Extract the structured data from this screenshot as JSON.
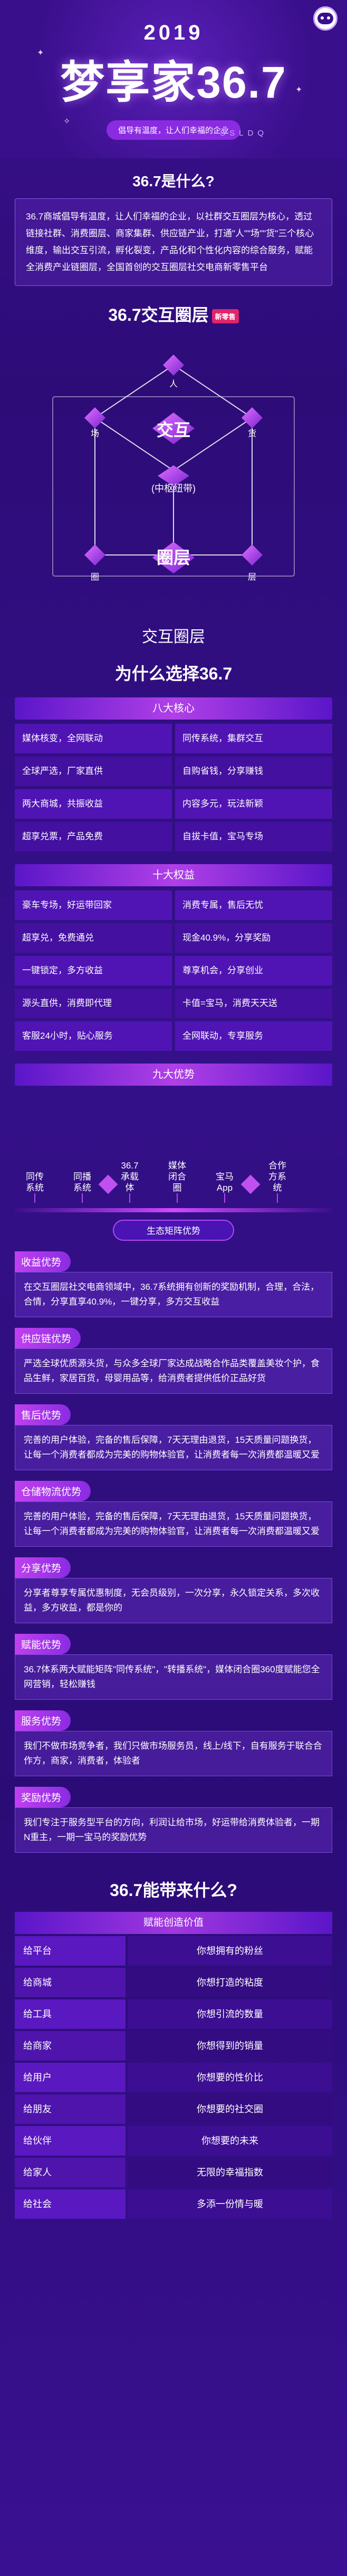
{
  "hero": {
    "year": "2019",
    "title": "梦享家36.7",
    "slogan": "倡导有温度，让人们幸福的企业",
    "code": "SSLDQ"
  },
  "about": {
    "heading": "36.7是什么?",
    "text": "36.7商城倡导有温度，让人们幸福的企业，以社群交互圈层为核心，透过链接社群、消费圈层、商家集群、供应链产业，打通\"人\"\"场\"\"货\"三个核心维度，输出交互引流，孵化裂变，产品化和个性化内容的综合服务，赋能全消费产业链圈层，全国首创的交互圈层社交电商新零售平台"
  },
  "diagram": {
    "title": "36.7交互圈层",
    "badge": "新零售",
    "labels": {
      "top": "人",
      "left": "场",
      "right": "货",
      "center_top": "交互",
      "hub": "(中枢纽带)",
      "bottom_left": "圈",
      "bottom_center": "圈层",
      "bottom_right": "层"
    },
    "caption": "交互圈层"
  },
  "why": {
    "heading": "为什么选择36.7",
    "core": {
      "title": "八大核心",
      "items": [
        "媒体核变，全网联动",
        "同传系统，集群交互",
        "全球严选，厂家直供",
        "自购省钱，分享赚钱",
        "两大商城，共振收益",
        "内容多元，玩法新颖",
        "超享兑票，产品免费",
        "自拔卡值，宝马专场"
      ]
    },
    "rights": {
      "title": "十大权益",
      "items": [
        "豪车专场，好运带回家",
        "消费专属，售后无忧",
        "超享兑，免费通兑",
        "现金40.9%，分享奖励",
        "一键锁定，多方收益",
        "尊享机会，分享创业",
        "源头直供，消费即代理",
        "卡值=宝马，消费天天送",
        "客服24小时，贴心服务",
        "全网联动，专享服务"
      ]
    },
    "nine": {
      "title": "九大优势",
      "items": [
        "同传系统",
        "同播系统",
        "36.7承载体",
        "媒体闭合圈",
        "宝马App",
        "合作方系统"
      ],
      "eco": "生态矩阵优势"
    }
  },
  "advantages": [
    {
      "tag": "收益优势",
      "text": "在交互圈层社交电商领域中，36.7系统拥有创新的奖励机制，合理，合法，合情，分享直享40.9%，一键分享，多方交互收益"
    },
    {
      "tag": "供应链优势",
      "text": "严选全球优质源头货，与众多全球厂家达成战略合作品类覆盖美妆个护，食品生鲜，家居百货，母婴用品等，给消费者提供低价正品好货"
    },
    {
      "tag": "售后优势",
      "text": "完善的用户体验，完备的售后保障，7天无理由退货，15天质量问题换货，让每一个消费者都成为完美的购物体验官，让消费者每一次消费都温暖又爱"
    },
    {
      "tag": "仓储物流优势",
      "text": "完善的用户体验，完备的售后保障，7天无理由退货，15天质量问题换货，让每一个消费者都成为完美的购物体验官，让消费者每一次消费都温暖又爱"
    },
    {
      "tag": "分享优势",
      "text": "分享者尊享专属优惠制度，无会员级别，一次分享，永久锁定关系，多次收益，多方收益，都是你的"
    },
    {
      "tag": "赋能优势",
      "text": "36.7体系两大赋能矩阵\"同传系统\"，\"转播系统\"，媒体闭合圈360度赋能您全网营销，轻松赚钱"
    },
    {
      "tag": "服务优势",
      "text": "我们不做市场竞争者，我们只做市场服务员，线上/线下，自有服务于联合合作方，商家，消费者，体验者"
    },
    {
      "tag": "奖励优势",
      "text": "我们专注于服务型平台的方向，利润让给市场，好运带给消费体验者，一期N重主，一期一宝马的奖励优势"
    }
  ],
  "can": {
    "heading": "36.7能带来什么?",
    "ribbon": "赋能创造价值",
    "rows": [
      {
        "left": "给平台",
        "right": "你想拥有的粉丝"
      },
      {
        "left": "给商城",
        "right": "你想打造的粘度"
      },
      {
        "left": "给工具",
        "right": "你想引流的数量"
      },
      {
        "left": "给商家",
        "right": "你想得到的销量"
      },
      {
        "left": "给用户",
        "right": "你想要的性价比"
      },
      {
        "left": "给朋友",
        "right": "你想要的社交圈"
      },
      {
        "left": "给伙伴",
        "right": "你想要的未来"
      },
      {
        "left": "给家人",
        "right": "无限的幸福指数"
      },
      {
        "left": "给社会",
        "right": "多添一份情与暖"
      }
    ]
  }
}
